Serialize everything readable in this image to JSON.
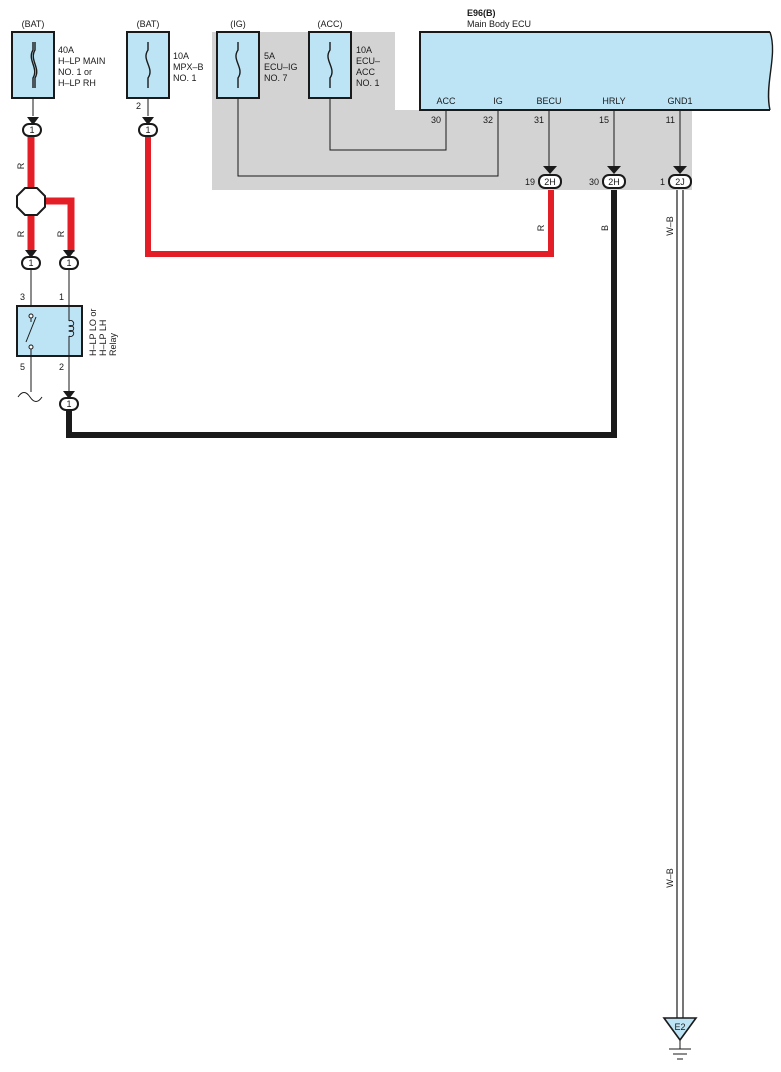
{
  "fuses": [
    {
      "source": "(BAT)",
      "rating": "40A",
      "name_lines": [
        "H–LP MAIN",
        "NO. 1 or",
        "H–LP RH"
      ]
    },
    {
      "source": "(BAT)",
      "rating": "10A",
      "name_lines": [
        "MPX–B",
        "NO. 1"
      ],
      "pin": "2"
    },
    {
      "source": "(IG)",
      "rating": "5A",
      "name_lines": [
        "ECU–IG",
        "NO. 7"
      ]
    },
    {
      "source": "(ACC)",
      "rating": "10A",
      "name_lines": [
        "ECU–",
        "ACC",
        "NO. 1"
      ]
    }
  ],
  "ecu": {
    "code": "E96(B)",
    "name": "Main Body ECU",
    "terminals": [
      {
        "name": "ACC",
        "pin": "30"
      },
      {
        "name": "IG",
        "pin": "32"
      },
      {
        "name": "BECU",
        "pin": "31"
      },
      {
        "name": "HRLY",
        "pin": "15"
      },
      {
        "name": "GND1",
        "pin": "11"
      }
    ],
    "connectors": [
      {
        "pin": "19",
        "id": "2H"
      },
      {
        "pin": "30",
        "id": "2H"
      },
      {
        "pin": "1",
        "id": "2J"
      }
    ]
  },
  "relay": {
    "name_lines": [
      "H–LP LO or",
      "H–LP LH",
      "Relay"
    ],
    "pins": {
      "top_left": "3",
      "top_right": "1",
      "bottom_left": "5",
      "bottom_right": "2"
    }
  },
  "junction_label": "1",
  "wire_colors": {
    "red": "R",
    "black": "B",
    "white_black": "W–B"
  },
  "ground": "E2",
  "colors": {
    "component_fill": "#bde4f5",
    "ecu_region": "#d3d3d3",
    "wire_red": "#e41e26",
    "wire_black": "#1a1a1a",
    "outline": "#1a1a1a"
  }
}
